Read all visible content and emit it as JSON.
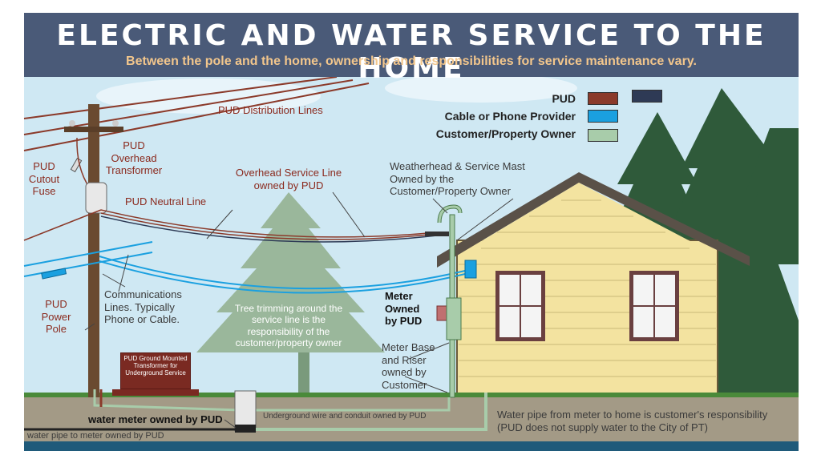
{
  "title": "ELECTRIC AND WATER SERVICE TO THE HOME",
  "subtitle": "Between the pole and the home, ownership and responsibilities for service maintenance vary.",
  "colors": {
    "pud": "#8b3a2a",
    "pud_alt": "#2e3a55",
    "cable": "#1aa0e0",
    "customer": "#a8ccaa",
    "banner": "#4a5a78",
    "sky": "#cfe8f3",
    "siding": "#f3e3a0"
  },
  "legend": [
    {
      "label": "PUD",
      "swatches": [
        "#8b3a2a",
        "#2e3a55"
      ]
    },
    {
      "label": "Cable or Phone Provider",
      "swatches": [
        "#1aa0e0"
      ]
    },
    {
      "label": "Customer/Property Owner",
      "swatches": [
        "#a8ccaa"
      ]
    }
  ],
  "labels": {
    "distribution_lines": "PUD Distribution Lines",
    "cutout_fuse": "PUD Cutout Fuse",
    "overhead_transformer": "PUD Overhead Transformer",
    "overhead_service_line": "Overhead Service Line owned by PUD",
    "neutral_line": "PUD Neutral Line",
    "weatherhead": "Weatherhead & Service Mast Owned by the Customer/Property Owner",
    "communications": "Communications Lines. Typically Phone or Cable.",
    "power_pole": "PUD Power Pole",
    "tree": "Tree trimming around the service line is the responsibility of the customer/property owner",
    "meter": "Meter Owned by PUD",
    "meter_base": "Meter Base and Riser owned by Customer",
    "ground_transformer": "PUD Ground Mounted Transformer for Underground Service",
    "underground_wire": "Underground wire and conduit owned by PUD",
    "water_meter": "water meter owned by PUD",
    "water_pipe_meter": "water pipe to meter owned by PUD",
    "water_pipe_home": "Water pipe from meter to home is customer's responsibility (PUD does not supply water to the City of PT)"
  }
}
